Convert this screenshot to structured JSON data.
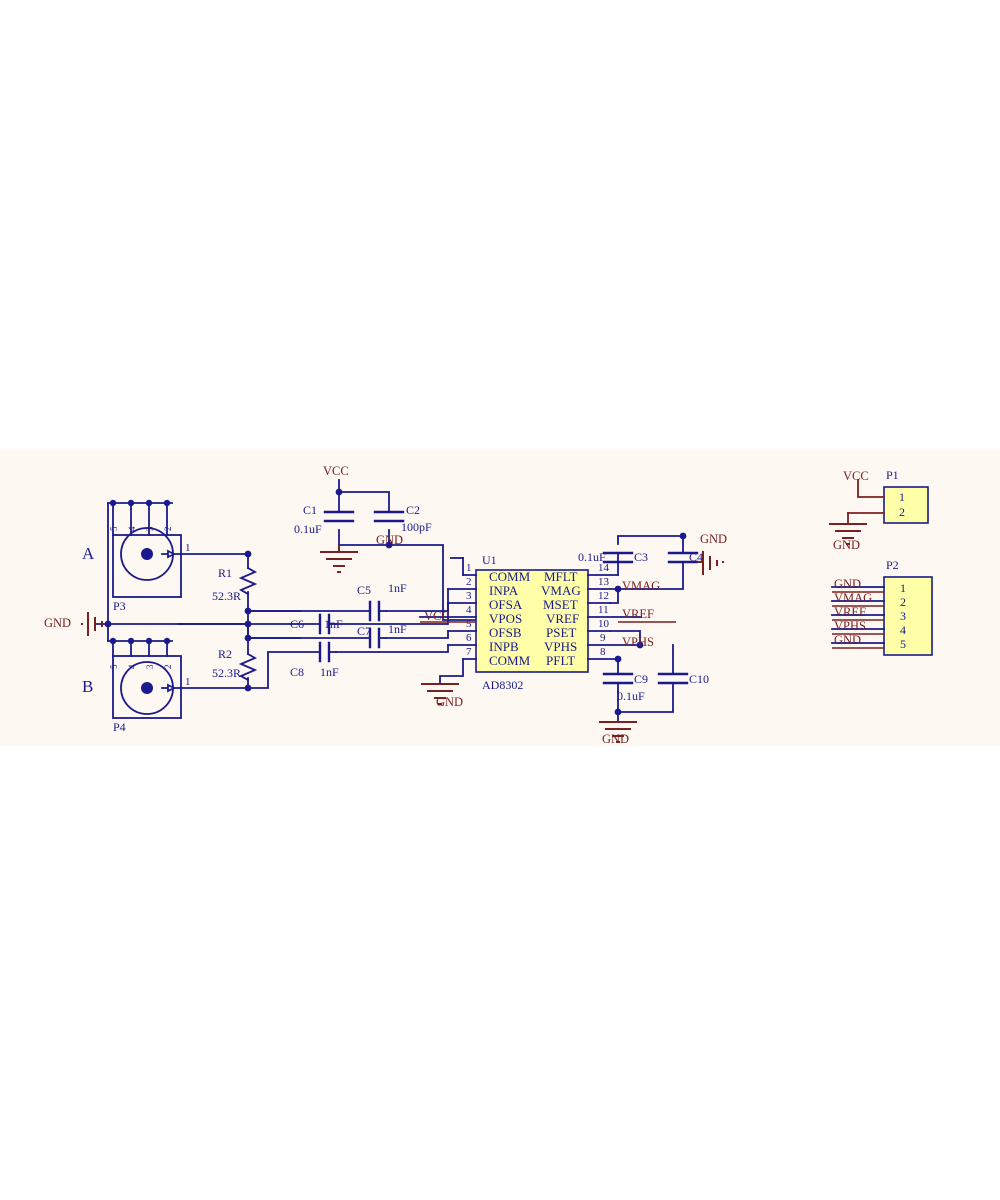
{
  "document": {
    "type": "electronic-schematic",
    "main_ic": "AD8302",
    "background_color": "#fdf8f2",
    "wire_color": "#1a1a8c",
    "net_label_color": "#7a2020",
    "body_fill": "#ffffa8"
  },
  "ic": {
    "refdes": "U1",
    "part": "AD8302",
    "left_pins": [
      {
        "num": "1",
        "name": "COMM"
      },
      {
        "num": "2",
        "name": "INPA"
      },
      {
        "num": "3",
        "name": "OFSA"
      },
      {
        "num": "4",
        "name": "VPOS"
      },
      {
        "num": "5",
        "name": "OFSB"
      },
      {
        "num": "6",
        "name": "INPB"
      },
      {
        "num": "7",
        "name": "COMM"
      }
    ],
    "right_pins": [
      {
        "num": "14",
        "name": "MFLT"
      },
      {
        "num": "13",
        "name": "VMAG"
      },
      {
        "num": "12",
        "name": "MSET"
      },
      {
        "num": "11",
        "name": "VREF"
      },
      {
        "num": "10",
        "name": "PSET"
      },
      {
        "num": "9",
        "name": "VPHS"
      },
      {
        "num": "8",
        "name": "PFLT"
      }
    ]
  },
  "connectors": {
    "p3": {
      "refdes": "P3",
      "port_label": "A",
      "signal_pin": "1",
      "shield_pins": [
        "5",
        "4",
        "3",
        "2"
      ]
    },
    "p4": {
      "refdes": "P4",
      "port_label": "B",
      "signal_pin": "1",
      "shield_pins": [
        "5",
        "4",
        "3",
        "2"
      ]
    },
    "p1": {
      "refdes": "P1",
      "pins": [
        {
          "num": "1",
          "net": "VCC"
        },
        {
          "num": "2",
          "net": "GND"
        }
      ]
    },
    "p2": {
      "refdes": "P2",
      "pins": [
        {
          "num": "1",
          "net": "GND"
        },
        {
          "num": "2",
          "net": "VMAG"
        },
        {
          "num": "3",
          "net": "VREF"
        },
        {
          "num": "4",
          "net": "VPHS"
        },
        {
          "num": "5",
          "net": "GND"
        }
      ]
    }
  },
  "components": {
    "r1": {
      "refdes": "R1",
      "value": "52.3R"
    },
    "r2": {
      "refdes": "R2",
      "value": "52.3R"
    },
    "c1": {
      "refdes": "C1",
      "value": "0.1uF"
    },
    "c2": {
      "refdes": "C2",
      "value": "100pF"
    },
    "c3": {
      "refdes": "C3",
      "value": "0.1uF"
    },
    "c4": {
      "refdes": "C4",
      "value": ""
    },
    "c5": {
      "refdes": "C5",
      "value": "1nF"
    },
    "c6": {
      "refdes": "C6",
      "value": "1nF"
    },
    "c7": {
      "refdes": "C7",
      "value": "1nF"
    },
    "c8": {
      "refdes": "C8",
      "value": "1nF"
    },
    "c9": {
      "refdes": "C9",
      "value": "0.1uF"
    },
    "c10": {
      "refdes": "C10",
      "value": ""
    }
  },
  "nets": {
    "vcc_top": "VCC",
    "vcc_pin4": "VCC",
    "gnd_left": "GND",
    "gnd_c2": "GND",
    "gnd_pin7": "GND",
    "gnd_c4": "GND",
    "gnd_c9": "GND",
    "gnd_p1": "GND",
    "vmag": "VMAG",
    "vref": "VREF",
    "vphs": "VPHS"
  }
}
